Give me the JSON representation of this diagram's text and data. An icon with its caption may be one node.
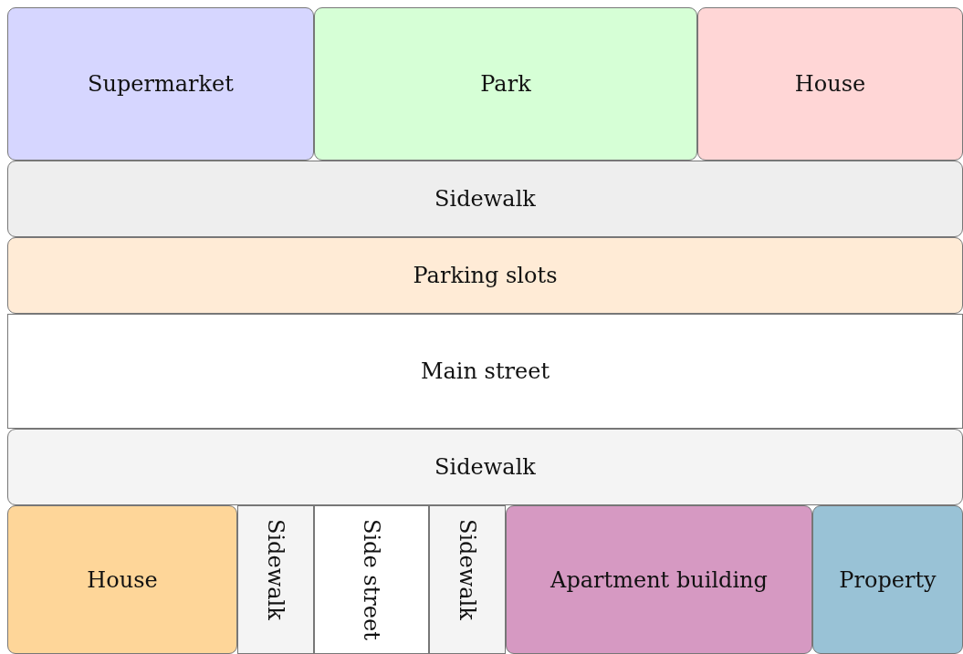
{
  "diagram": {
    "nodes": [
      {
        "text": [
          "Supermarket"
        ]
      },
      {
        "text": [
          "Park"
        ]
      },
      {
        "text": [
          "House"
        ]
      },
      {
        "text": [
          "Sidewalk"
        ]
      },
      {
        "text": [
          "Parking slots"
        ]
      },
      {
        "text": [
          "Main street"
        ]
      },
      {
        "text": [
          "Sidewalk"
        ]
      },
      {
        "text": [
          "House"
        ]
      },
      {
        "text": [
          "Sidewalk"
        ]
      },
      {
        "text": [
          "Side street"
        ]
      },
      {
        "text": [
          "Sidewalk"
        ]
      },
      {
        "text": [
          "Apartment building"
        ]
      },
      {
        "text": [
          "Property"
        ]
      }
    ],
    "edges": []
  }
}
